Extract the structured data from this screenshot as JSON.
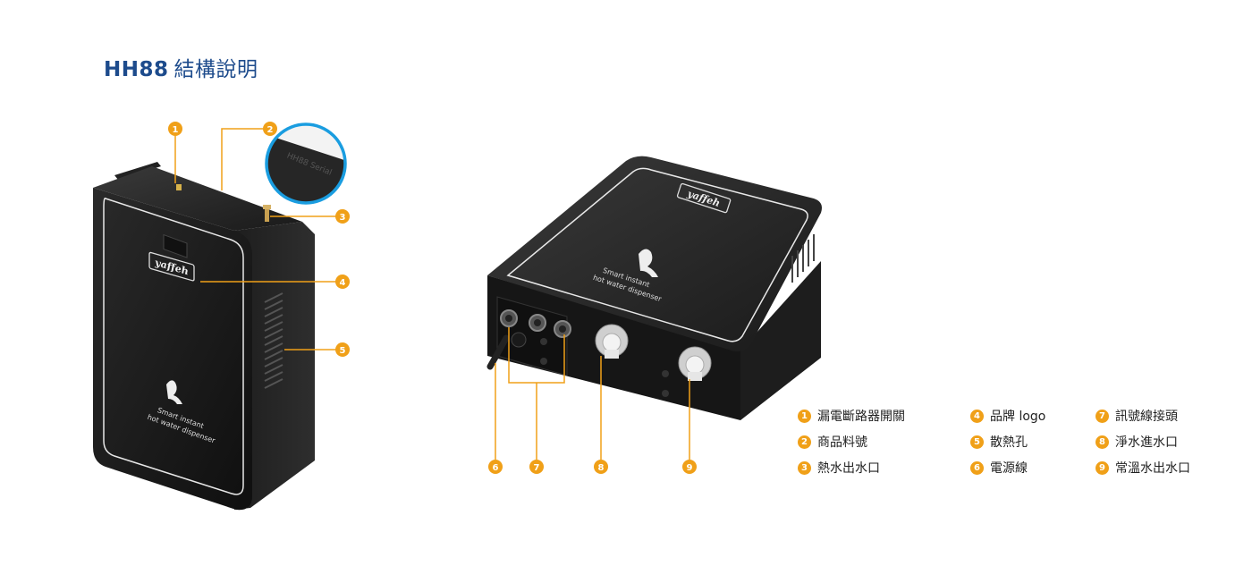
{
  "header": {
    "model": "HH88",
    "subtitle": "結構說明"
  },
  "brand": {
    "logo_text": "yaffeh",
    "tagline_1": "Smart instant",
    "tagline_2": "hot water dispenser"
  },
  "callouts": [
    {
      "num": "1"
    },
    {
      "num": "2"
    },
    {
      "num": "3"
    },
    {
      "num": "4"
    },
    {
      "num": "5"
    },
    {
      "num": "6"
    },
    {
      "num": "7"
    },
    {
      "num": "8"
    },
    {
      "num": "9"
    }
  ],
  "legend": [
    {
      "num": "1",
      "label": "漏電斷路器開關"
    },
    {
      "num": "2",
      "label": "商品料號"
    },
    {
      "num": "3",
      "label": "熱水出水口"
    },
    {
      "num": "4",
      "label": "品牌 logo"
    },
    {
      "num": "5",
      "label": "散熱孔"
    },
    {
      "num": "6",
      "label": "電源線"
    },
    {
      "num": "7",
      "label": "訊號線接頭"
    },
    {
      "num": "8",
      "label": "淨水進水口"
    },
    {
      "num": "9",
      "label": "常溫水出水口"
    }
  ],
  "colors": {
    "accent": "#f0a018",
    "title": "#1d4b8c",
    "zoom_ring": "#1a9de0",
    "device": "#1c1c1c"
  }
}
